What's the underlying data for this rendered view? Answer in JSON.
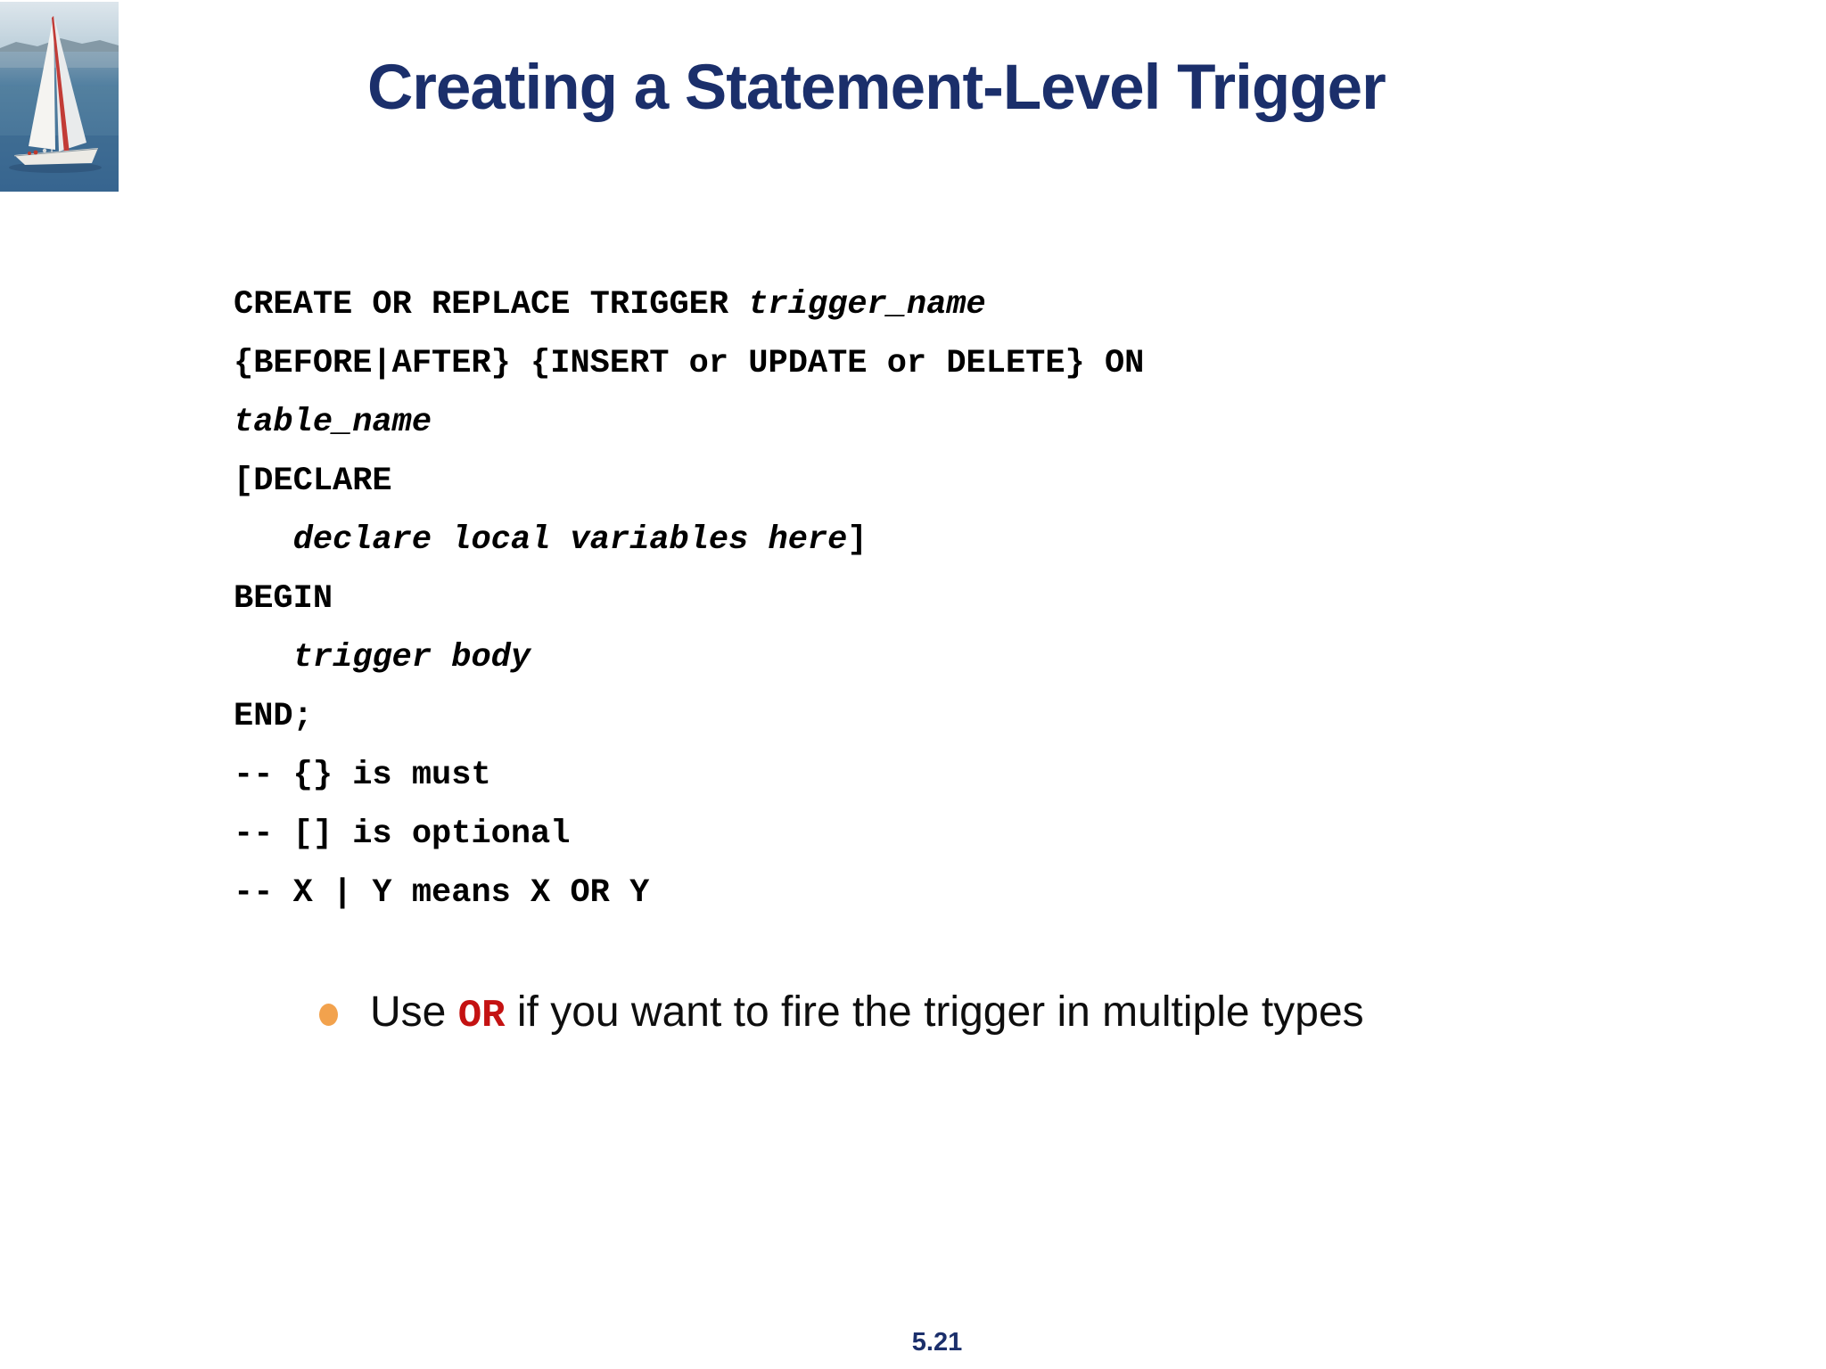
{
  "slide": {
    "title": "Creating a Statement-Level Trigger",
    "page_number": "5.21"
  },
  "colors": {
    "title_navy": "#1b2f6b",
    "code_black": "#000000",
    "or_red": "#c41212",
    "bullet_orange": "#f2a24d"
  },
  "logo": {
    "description": "sailboat-photo"
  },
  "code_block": {
    "line1": {
      "seg1": "CREATE OR REPLACE TRIGGER ",
      "seg2": "trigger_name"
    },
    "line2": {
      "seg1": "{BEFORE|AFTER} {INSERT or UPDATE or DELETE} ON"
    },
    "line3": {
      "seg1": "table_name"
    },
    "line4": {
      "seg1": "[DECLARE"
    },
    "line5": {
      "seg1": "   ",
      "seg2": "declare local variables here",
      "seg3": "]"
    },
    "line6": {
      "seg1": "BEGIN"
    },
    "line7": {
      "seg1": "   ",
      "seg2": "trigger body"
    },
    "line8": {
      "seg1": "END;"
    },
    "line9": {
      "seg1": "-- {} is must"
    },
    "line10": {
      "seg1": "-- [] is optional"
    },
    "line11": {
      "seg1": "-- X | Y means X OR Y"
    }
  },
  "bullet": {
    "seg1": "Use ",
    "seg2": "OR",
    "seg3": " if you want to fire the trigger in multiple types"
  }
}
